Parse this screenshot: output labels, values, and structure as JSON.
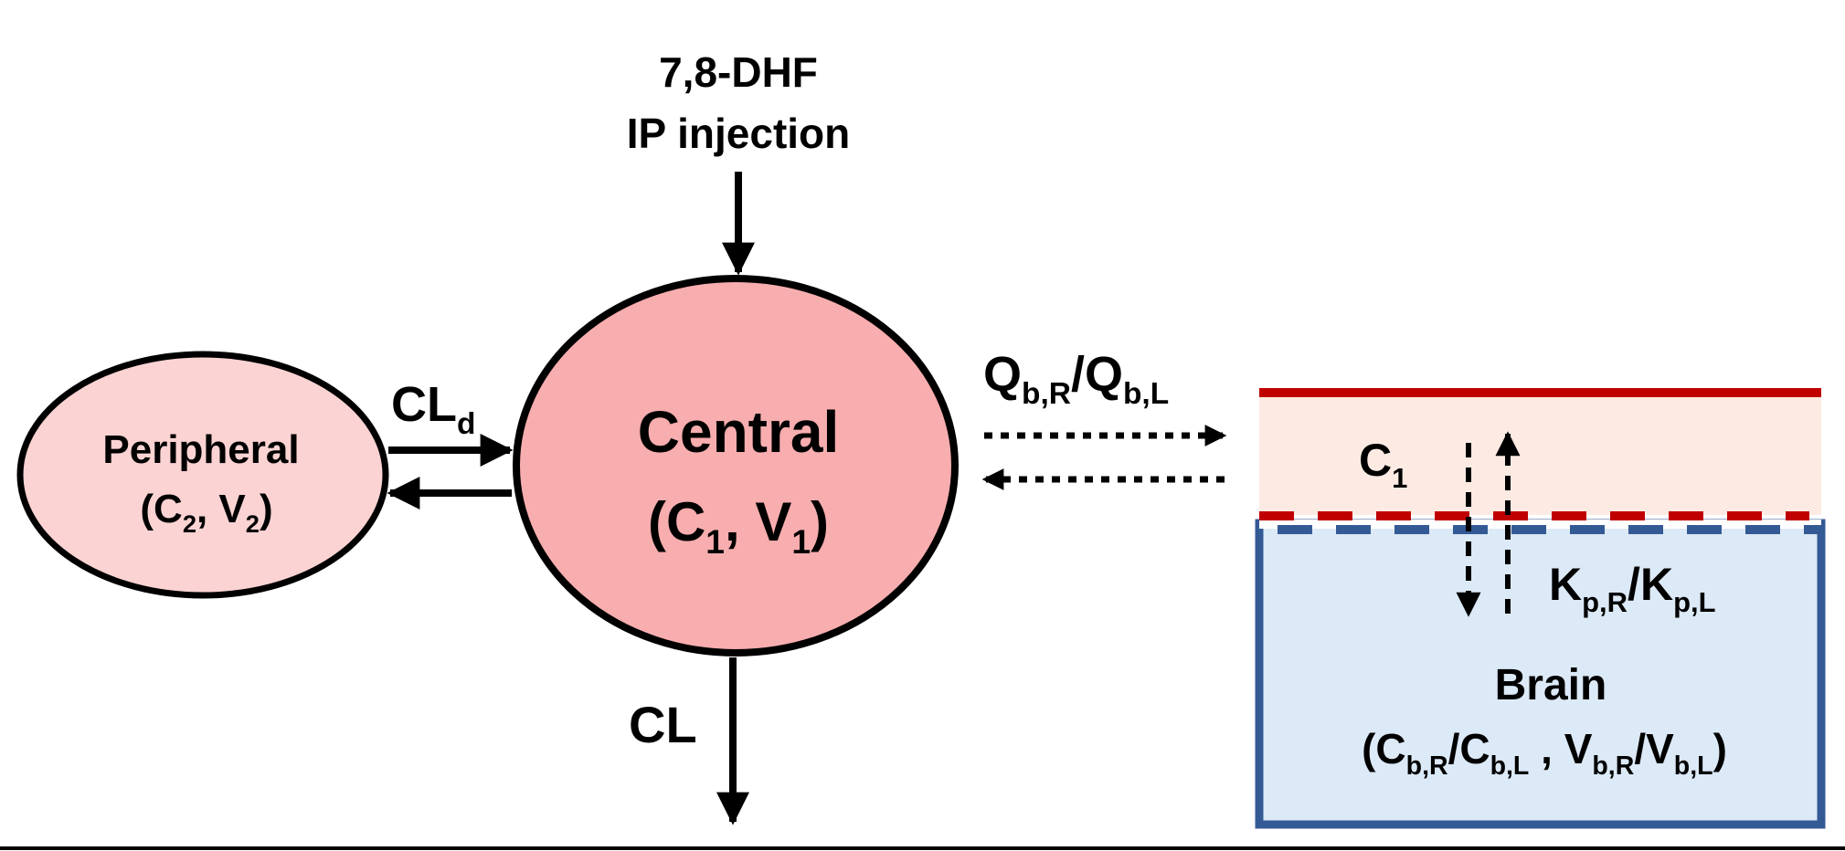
{
  "input": {
    "line1": "7,8-DHF",
    "line2": "IP injection"
  },
  "central": {
    "title": "Central",
    "params": {
      "open": "(C",
      "c_sub": "1",
      "sep": ", V",
      "v_sub": "1",
      "close": ")"
    }
  },
  "peripheral": {
    "title": "Peripheral",
    "params": {
      "open": "(C",
      "c_sub": "2",
      "sep": ", V",
      "v_sub": "2",
      "close": ")"
    }
  },
  "cld": {
    "base": "CL",
    "sub": "d"
  },
  "cl": {
    "text": "CL"
  },
  "blood_flow": {
    "q1": "Q",
    "q1_sub": "b,R",
    "slash": "/",
    "q2": "Q",
    "q2_sub": "b,L"
  },
  "vascular": {
    "base": "C",
    "sub": "1"
  },
  "partition": {
    "k1": "K",
    "k1_sub": "p,R",
    "slash": "/",
    "k2": "K",
    "k2_sub": "p,L"
  },
  "brain": {
    "title": "Brain",
    "params": {
      "open": "(C",
      "c1_sub": "b,R",
      "slash1": "/C",
      "c2_sub": "b,L",
      "mid": " , V",
      "v1_sub": "b,R",
      "slash2": "/V",
      "v2_sub": "b,L",
      "close": ")"
    }
  },
  "colors": {
    "central_fill": "#f8adae",
    "peripheral_fill": "#fbd3d3",
    "vascular_fill": "#fdebe3",
    "vascular_line": "#c00000",
    "brain_fill": "#dce9f6",
    "brain_border": "#345a95",
    "stroke": "#000000"
  }
}
